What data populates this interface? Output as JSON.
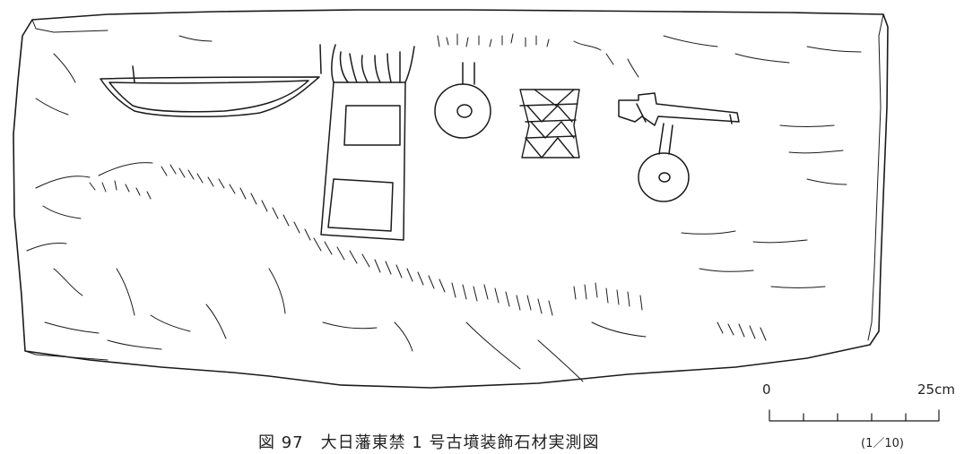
{
  "figure": {
    "caption": "図 97　大日藩東禁 1 号古墳装飾石材実測図",
    "scale": {
      "zero": "0",
      "max": "25cm",
      "ratio": "(1／10)"
    }
  },
  "colors": {
    "line": "#1a1a1a",
    "background": "#ffffff"
  },
  "motifs": [
    "boat",
    "quiver",
    "circle-upper",
    "triangle-panel",
    "axe",
    "circle-lower"
  ]
}
